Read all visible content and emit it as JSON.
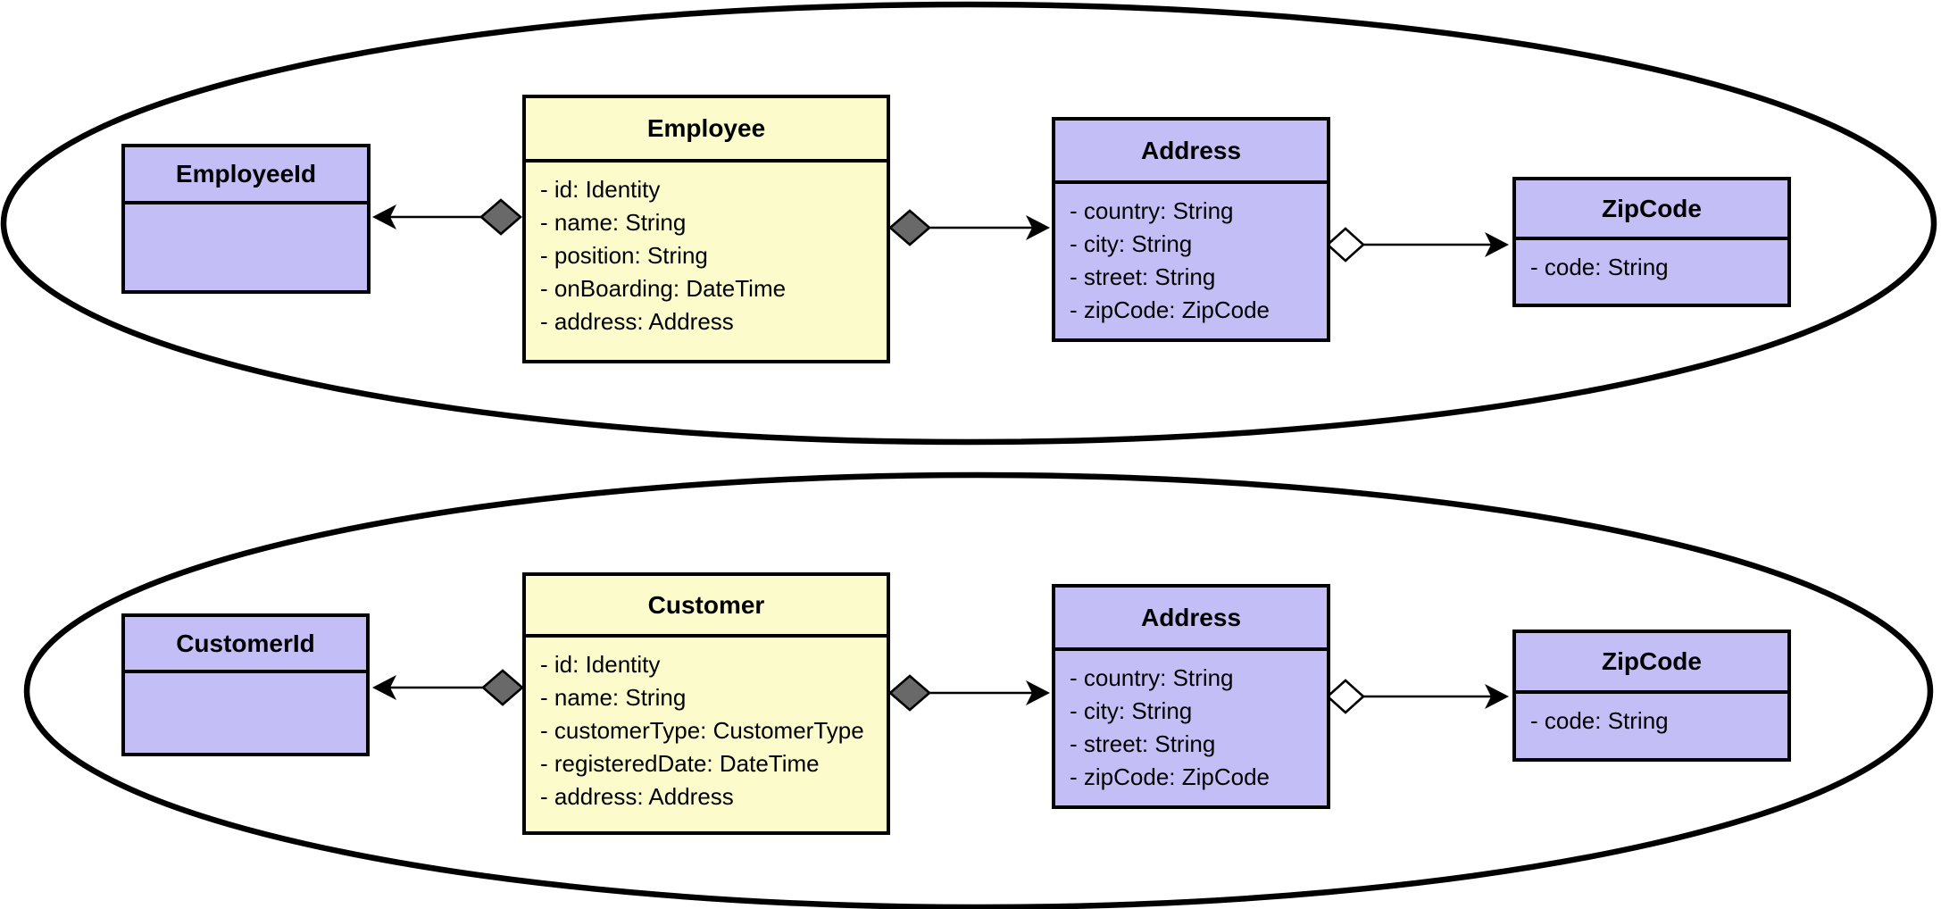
{
  "colors": {
    "background": "#FFFFFF",
    "stroke": "#000000",
    "entity_fill": "#FBFBCB",
    "value_object_fill": "#C3BEF5",
    "composition_diamond_fill": "#696969",
    "aggregation_diamond_fill": "#FFFFFF"
  },
  "groups": [
    {
      "classes": [
        {
          "title": "EmployeeId",
          "attributes": []
        },
        {
          "title": "Employee",
          "attributes": [
            "- id: Identity",
            "- name: String",
            "- position: String",
            "- onBoarding: DateTime",
            "- address: Address"
          ]
        },
        {
          "title": "Address",
          "attributes": [
            "- country: String",
            "- city: String",
            "- street: String",
            "- zipCode: ZipCode"
          ]
        },
        {
          "title": "ZipCode",
          "attributes": [
            "- code: String"
          ]
        }
      ]
    },
    {
      "classes": [
        {
          "title": "CustomerId",
          "attributes": []
        },
        {
          "title": "Customer",
          "attributes": [
            "- id: Identity",
            "- name: String",
            "- customerType: CustomerType",
            "- registeredDate: DateTime",
            "- address: Address"
          ]
        },
        {
          "title": "Address",
          "attributes": [
            "- country: String",
            "- city: String",
            "- street: String",
            "- zipCode: ZipCode"
          ]
        },
        {
          "title": "ZipCode",
          "attributes": [
            "- code: String"
          ]
        }
      ]
    }
  ]
}
